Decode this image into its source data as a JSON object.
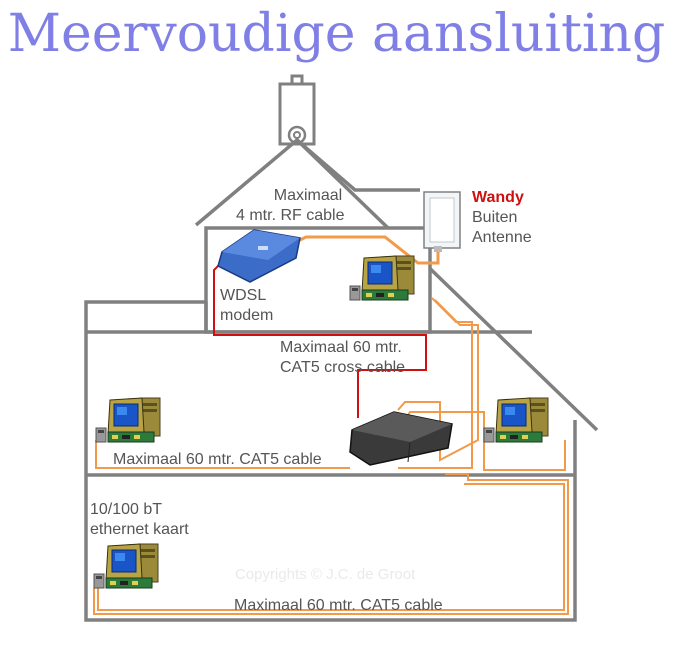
{
  "title": "Meervoudige aansluiting",
  "labels": {
    "rf_cable_line1": "Maximaal",
    "rf_cable_line2": "4 mtr. RF cable",
    "antenna_brand": "Wandy",
    "antenna_line2": "Buiten",
    "antenna_line3": "Antenne",
    "modem_line1": "WDSL",
    "modem_line2": "modem",
    "cross_cable_line1": "Maximaal 60 mtr.",
    "cross_cable_line2": "CAT5 cross cable",
    "cat5_middle": "Maximaal 60 mtr. CAT5 cable",
    "ethernet_line1": "10/100 bT",
    "ethernet_line2": "ethernet kaart",
    "cat5_bottom": "Maximaal 60 mtr. CAT5 cable"
  },
  "copyright": "Copyrights © J.C. de Groot",
  "colors": {
    "title": "#7f7fe6",
    "house_outline": "#808080",
    "cat5_cable": "#f29a4a",
    "cross_cable": "#d01010",
    "brand": "#cc1111"
  },
  "icons": [
    "computer-icon",
    "router-icon",
    "modem-icon",
    "antenna-icon"
  ]
}
